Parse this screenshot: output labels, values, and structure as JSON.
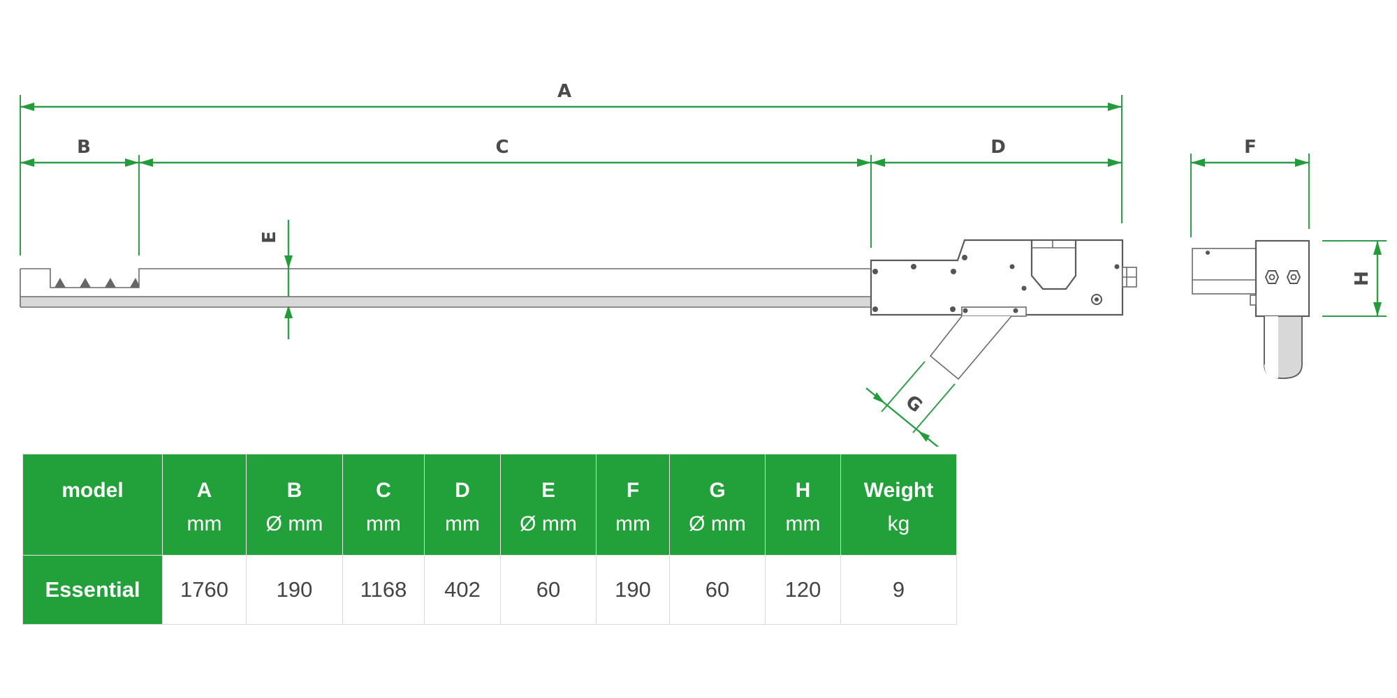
{
  "colors": {
    "accent_green": "#22a03a",
    "dimension_green": "#2e9e4a",
    "outline_gray": "#5a5a5a"
  },
  "diagram": {
    "dimension_labels": {
      "A": "A",
      "B": "B",
      "C": "C",
      "D": "D",
      "E": "E",
      "F": "F",
      "G": "G",
      "H": "H"
    }
  },
  "table": {
    "headers": [
      {
        "key": "model",
        "label": "model",
        "unit": ""
      },
      {
        "key": "A",
        "label": "A",
        "unit": "mm"
      },
      {
        "key": "B",
        "label": "B",
        "unit": "Ø mm"
      },
      {
        "key": "C",
        "label": "C",
        "unit": "mm"
      },
      {
        "key": "D",
        "label": "D",
        "unit": "mm"
      },
      {
        "key": "E",
        "label": "E",
        "unit": "Ø mm"
      },
      {
        "key": "F",
        "label": "F",
        "unit": "mm"
      },
      {
        "key": "G",
        "label": "G",
        "unit": "Ø mm"
      },
      {
        "key": "H",
        "label": "H",
        "unit": "mm"
      },
      {
        "key": "weight",
        "label": "Weight",
        "unit": "kg"
      }
    ],
    "rows": [
      {
        "model": "Essential",
        "A": "1760",
        "B": "190",
        "C": "1168",
        "D": "402",
        "E": "60",
        "F": "190",
        "G": "60",
        "H": "120",
        "weight": "9"
      }
    ]
  }
}
